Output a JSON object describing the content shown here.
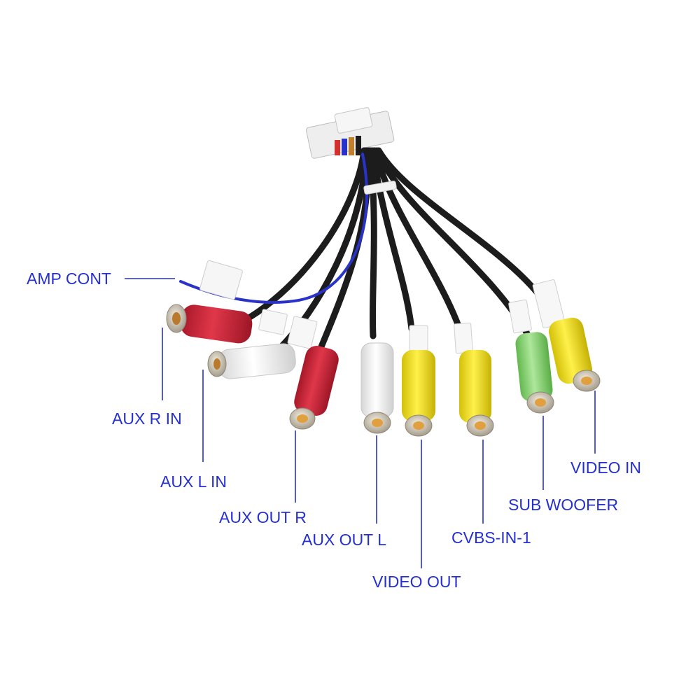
{
  "labels": {
    "amp_cont": "AMP CONT",
    "aux_r_in": "AUX R IN",
    "aux_l_in": "AUX L IN",
    "aux_out_r": "AUX OUT R",
    "aux_out_l": "AUX OUT L",
    "video_out": "VIDEO OUT",
    "cvbs_in_1": "CVBS-IN-1",
    "sub_woofer": "SUB WOOFER",
    "video_in": "VIDEO IN"
  },
  "colors": {
    "label_text": "#2530d0",
    "leader_line": "#2530d0",
    "background": "#ffffff",
    "cable": "#1c1c1c",
    "amp_wire": "#2a33c8",
    "red_plug": "#d32a3a",
    "white_plug": "#f2f2f2",
    "yellow_plug": "#f1e21c",
    "green_plug": "#8fd57a",
    "metal": "#cfc7b8",
    "gold": "#e0a040"
  }
}
